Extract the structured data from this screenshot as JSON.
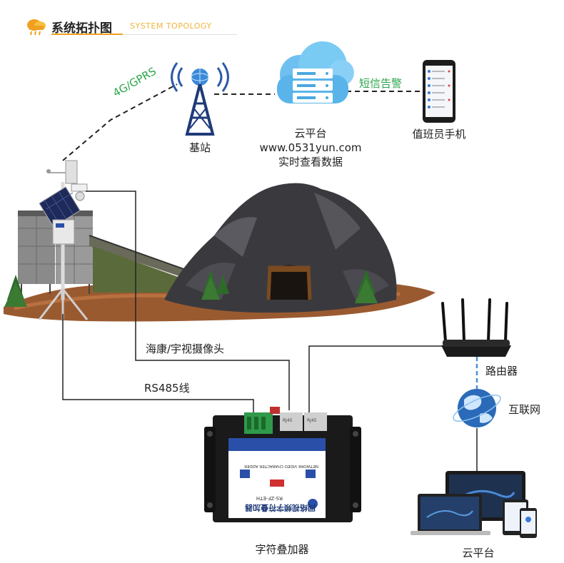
{
  "header": {
    "title": "系统拓扑图",
    "subtitle": "SYSTEM TOPOLOGY"
  },
  "nodes": {
    "base_station": "基站",
    "cloud": {
      "name": "云平台",
      "url": "www.0531yun.com",
      "desc": "实时查看数据"
    },
    "phone": "值班员手机",
    "router": "路由器",
    "internet": "互联网",
    "adder": "字符叠加器",
    "cloud_platform": "云平台"
  },
  "links": {
    "gprs": "4G/GPRS",
    "sms": "短信告警",
    "camera": "海康/宇视摄像头",
    "rs485": "RS485线"
  },
  "device_labels": {
    "front_cn": "网络视频字符叠加器",
    "model": "RS-ZF-ETH",
    "en_name": "NETWORK VIDEO CHARACTER ADDER",
    "port1": "RJ45",
    "port2": "RJ45"
  },
  "colors": {
    "accent_orange": "#f0a020",
    "green_label": "#2aa64a",
    "cloud_blue": "#4aa8e0",
    "device_black": "#1a1a1a",
    "panel_blue": "#2a4fa8"
  }
}
